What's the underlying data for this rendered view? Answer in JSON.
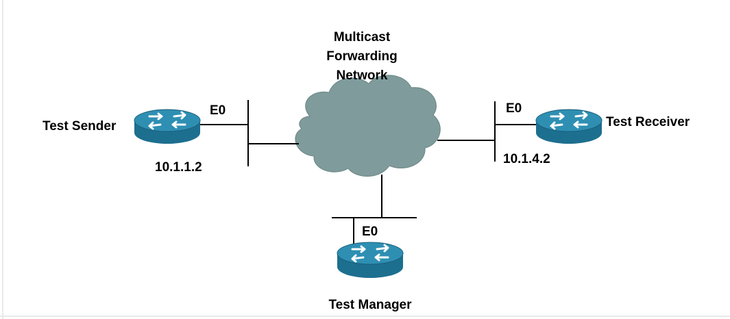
{
  "cloud": {
    "line1": "Multicast",
    "line2": "Forwarding",
    "line3": "Network"
  },
  "sender": {
    "name": "Test Sender",
    "interface": "E0",
    "ip": "10.1.1.2"
  },
  "receiver": {
    "name": "Test Receiver",
    "interface": "E0",
    "ip": "10.1.4.2"
  },
  "manager": {
    "name": "Test Manager",
    "interface": "E0"
  },
  "colors": {
    "cloud": "#7f9b9b",
    "router_top": "#2e8fb3",
    "router_side": "#1d6f8f",
    "router_arrows": "#ffffff",
    "frame_border": "#e6e6e6"
  }
}
